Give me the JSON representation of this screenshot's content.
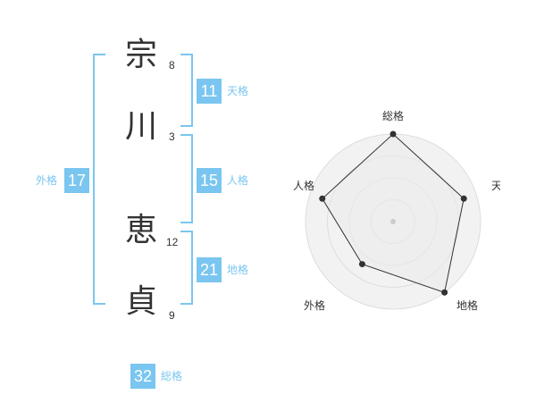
{
  "name": {
    "chars": [
      {
        "char": "宗",
        "strokes": "8"
      },
      {
        "char": "川",
        "strokes": "3"
      },
      {
        "char": "恵",
        "strokes": "12"
      },
      {
        "char": "貞",
        "strokes": "9"
      }
    ]
  },
  "fortunes": {
    "tenkaku": {
      "value": "11",
      "label": "天格"
    },
    "jinkaku": {
      "value": "15",
      "label": "人格"
    },
    "chikaku": {
      "value": "21",
      "label": "地格"
    },
    "gaikaku": {
      "value": "17",
      "label": "外格"
    },
    "soukaku": {
      "value": "32",
      "label": "総格"
    }
  },
  "radar": {
    "axes": [
      "総格",
      "天格",
      "地格",
      "外格",
      "人格"
    ],
    "levels": 4,
    "values": [
      1.0,
      0.85,
      1.0,
      0.6,
      0.85
    ],
    "colors": {
      "fill": "#f2f2f2",
      "ring": "#dddddd",
      "line": "#333333",
      "center": "#cccccc"
    }
  }
}
